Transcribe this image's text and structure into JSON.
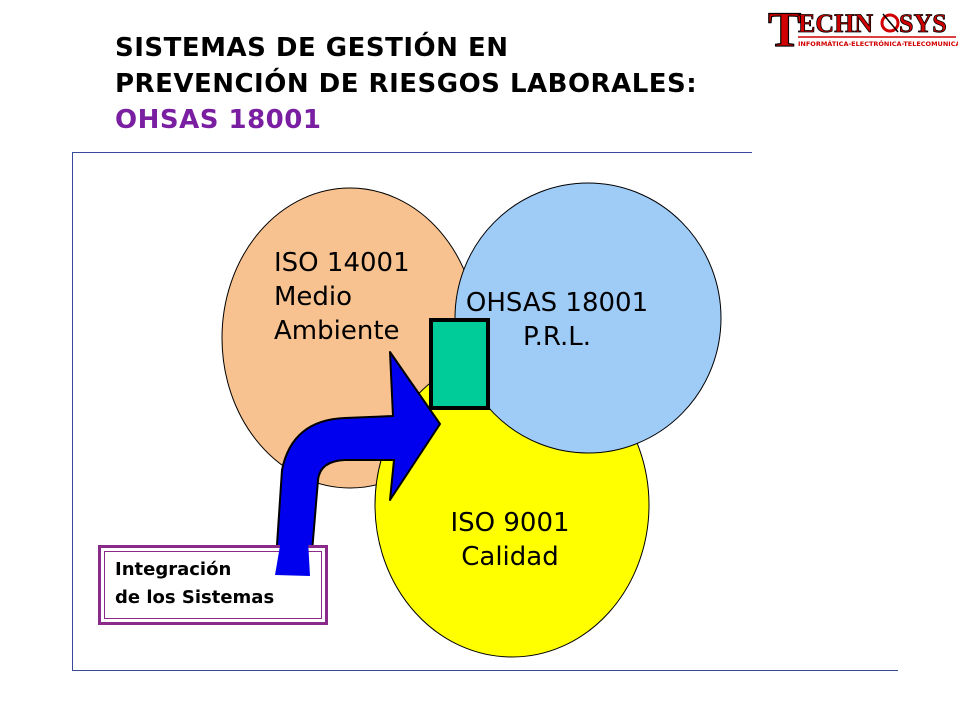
{
  "title": {
    "line1": "SISTEMAS DE GESTIÓN EN",
    "line2": "PREVENCIÓN DE RIESGOS LABORALES:",
    "line3": "OHSAS 18001"
  },
  "logo": {
    "letter": "T",
    "name": "ECHN   SYS",
    "tagline": "INFORMÁTICA-ELECTRÓNICA-TELECOMUNICACIONES"
  },
  "circles": {
    "iso14001": {
      "line1": "ISO 14001",
      "line2": "Medio",
      "line3": "Ambiente",
      "color": "#f8c290"
    },
    "ohsas": {
      "line1": "OHSAS 18001",
      "line2": "P.R.L.",
      "color": "#9fcbf7"
    },
    "iso9001": {
      "line1": "ISO 9001",
      "line2": "Calidad",
      "color": "#ffff00"
    }
  },
  "integration": {
    "line1": "Integración",
    "line2": "de los Sistemas"
  },
  "colors": {
    "title_accent": "#7a1fa2",
    "arrow": "#0000ee",
    "intersection": "#00cc99",
    "logo_red": "#d10000"
  }
}
